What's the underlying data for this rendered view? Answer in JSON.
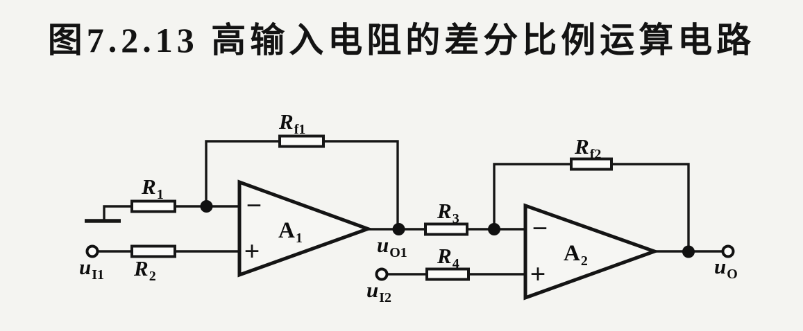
{
  "figure": {
    "title": "图7.2.13 高输入电阻的差分比例运算电路"
  },
  "labels": {
    "r1": {
      "base": "R",
      "sub": "1"
    },
    "r2": {
      "base": "R",
      "sub": "2"
    },
    "r3": {
      "base": "R",
      "sub": "3"
    },
    "r4": {
      "base": "R",
      "sub": "4"
    },
    "rf1": {
      "base": "R",
      "sub": "f1"
    },
    "rf2": {
      "base": "R",
      "sub": "f2"
    },
    "a1": {
      "base": "A",
      "sub": "1"
    },
    "a2": {
      "base": "A",
      "sub": "2"
    },
    "ui1": {
      "base": "u",
      "sub": "I1"
    },
    "ui2": {
      "base": "u",
      "sub": "I2"
    },
    "uo1": {
      "base": "u",
      "sub": "O1"
    },
    "uo": {
      "base": "u",
      "sub": "O"
    }
  },
  "ports": {
    "inverting": "−",
    "noninverting": "+"
  },
  "colors": {
    "background": "#f4f4f1",
    "line": "#161616",
    "text": "#131313"
  }
}
